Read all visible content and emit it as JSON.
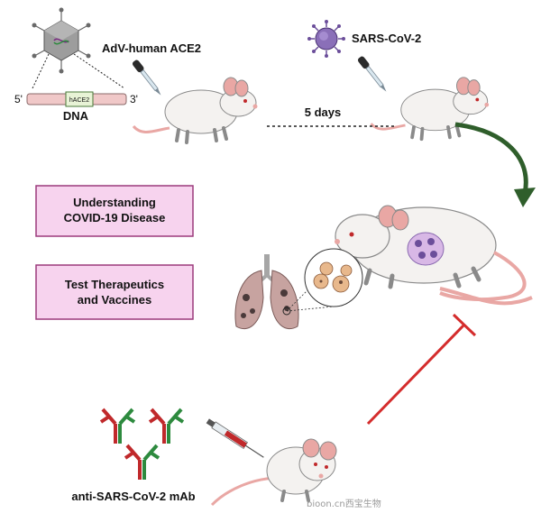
{
  "labels": {
    "vector": "AdV-human ACE2",
    "virus": "SARS-CoV-2",
    "interval": "5 days",
    "dna": "DNA",
    "dna_gene": "hACE2",
    "five_prime": "5'",
    "three_prime": "3'",
    "box1_line1": "Understanding",
    "box1_line2": "COVID-19 Disease",
    "box2_line1": "Test Therapeutics",
    "box2_line2": "and Vaccines",
    "antibody": "anti-SARS-CoV-2 mAb",
    "watermark": "bioon.cn西宝生物"
  },
  "icons": {
    "adenovirus": "adenovirus-icon",
    "coronavirus": "coronavirus-icon",
    "dropper": "dropper-icon",
    "mouse": "mouse-icon",
    "lungs": "lungs-icon",
    "antibody": "antibody-icon",
    "syringe": "syringe-icon",
    "arrow": "curved-arrow-icon",
    "inhibition": "inhibition-line-icon"
  },
  "colors": {
    "box_fill": "#f7d3ee",
    "box_stroke": "#9b3a7c",
    "virus": "#6b4e9a",
    "arrow": "#2f5e2b",
    "inhibit": "#d42c2c",
    "ab_red": "#c0292b",
    "ab_green": "#2d8a3e",
    "mouse_body": "#f4f2f0",
    "mouse_pink": "#e9a7a4"
  }
}
